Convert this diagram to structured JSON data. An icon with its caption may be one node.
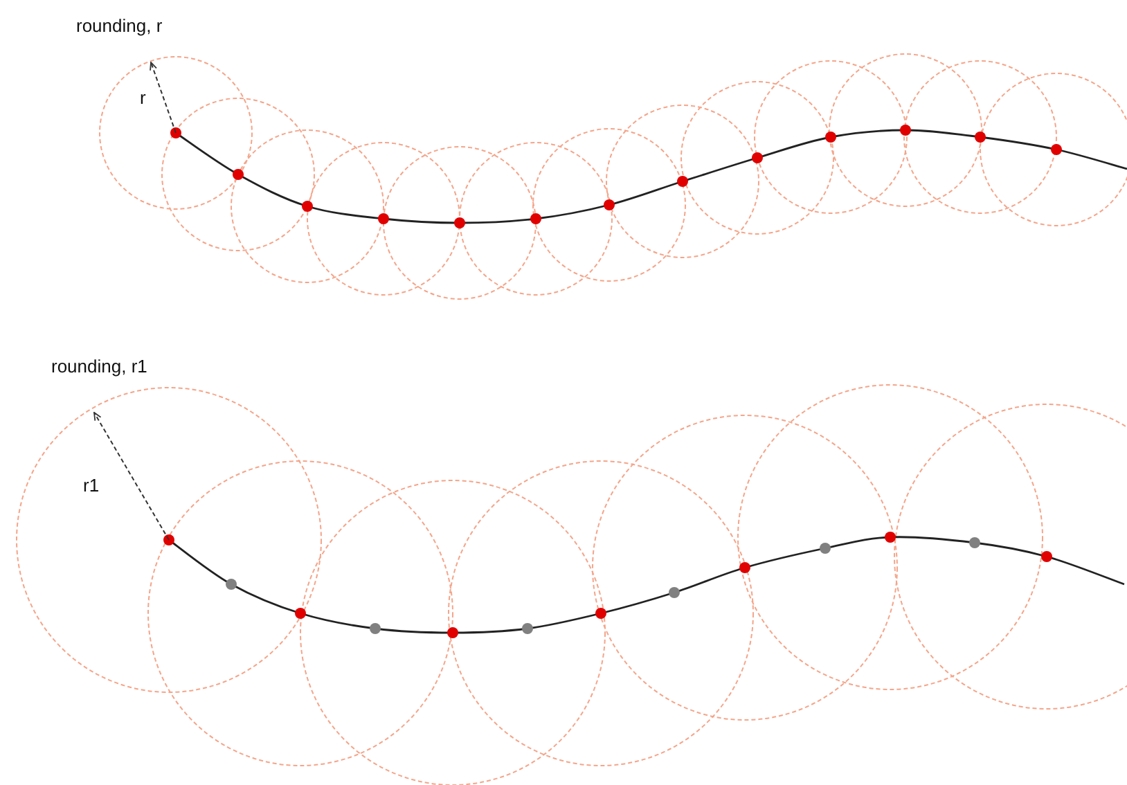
{
  "diagram": {
    "labels": [
      "rounding, r",
      "r",
      "rounding, r1",
      "r1"
    ]
  }
}
